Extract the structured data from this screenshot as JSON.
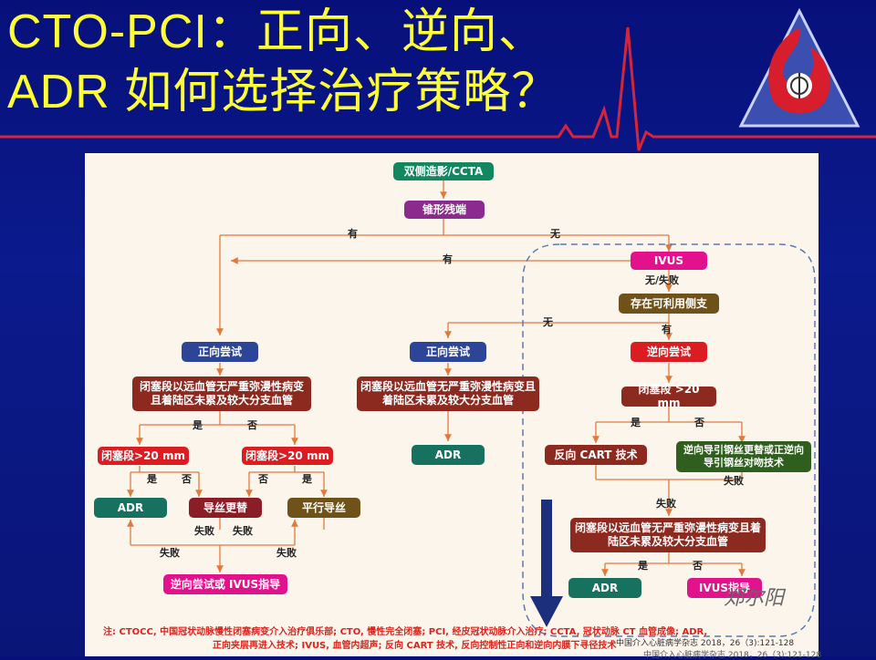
{
  "slide": {
    "title_line1": "CTO-PCI：正向、逆向、",
    "title_line2": "ADR 如何选择治疗策略？"
  },
  "colors": {
    "title": "#ffff33",
    "background": "#0a1578",
    "ecg_line": "#d4263a"
  },
  "flowchart": {
    "start": "双侧造影/CCTA",
    "stump": "锥形残端",
    "yes": "有",
    "no": "无",
    "yes2": "有",
    "ivus": "IVUS",
    "ivus_result": "无/失败",
    "side_branch": "存在可利用侧支",
    "no2": "无",
    "yes3": "有",
    "left": {
      "attempt": "正向尝试",
      "criteria": "闭塞段以远血管无严重弥漫性病变且着陆区未累及较大分支血管",
      "yes": "是",
      "no": "否",
      "len_a": "闭塞段>20 mm",
      "len_b": "闭塞段>20 mm",
      "yes_a": "是",
      "no_a": "否",
      "no_b": "否",
      "yes_b": "是",
      "adr": "ADR",
      "wire_change": "导丝更替",
      "parallel": "平行导丝",
      "fail1": "失败",
      "fail2": "失败",
      "fail3": "失败",
      "fail4": "失败",
      "final": "逆向尝试或 IVUS指导"
    },
    "middle": {
      "attempt": "正向尝试",
      "criteria": "闭塞段以远血管无严重弥漫性病变且着陆区未累及较大分支血管",
      "adr": "ADR"
    },
    "right": {
      "attempt": "逆向尝试",
      "len": "闭塞段 >20 mm",
      "yes": "是",
      "no": "否",
      "reverse_cart": "反向 CART 技术",
      "kissing": "逆向导引钢丝更替或正逆向导引钢丝对吻技术",
      "fail1": "失败",
      "fail2": "失败",
      "criteria": "闭塞段以远血管无严重弥漫性病变且着陆区未累及较大分支血管",
      "yes2": "是",
      "no2": "否",
      "adr": "ADR",
      "ivus_guide": "IVUS指导"
    }
  },
  "footnote": {
    "line1": "注: CTOCC, 中国冠状动脉慢性闭塞病变介入治疗俱乐部; CTO, 慢性完全闭塞; PCI, 经皮冠状动脉介入治疗; CCTA, 冠状动脉 CT 血管成像; ADR,",
    "line2": "正向夹层再进入技术; IVUS, 血管内超声; 反向 CART 技术, 反向控制性正向和逆向内膜下寻径技术"
  },
  "citation": {
    "line1": "中国介入心脏病学杂志 2018，26（3):121-128",
    "line2": "中国介入心脏病学杂志 2018，26（3):121-128"
  },
  "signature": "郑尔阳"
}
